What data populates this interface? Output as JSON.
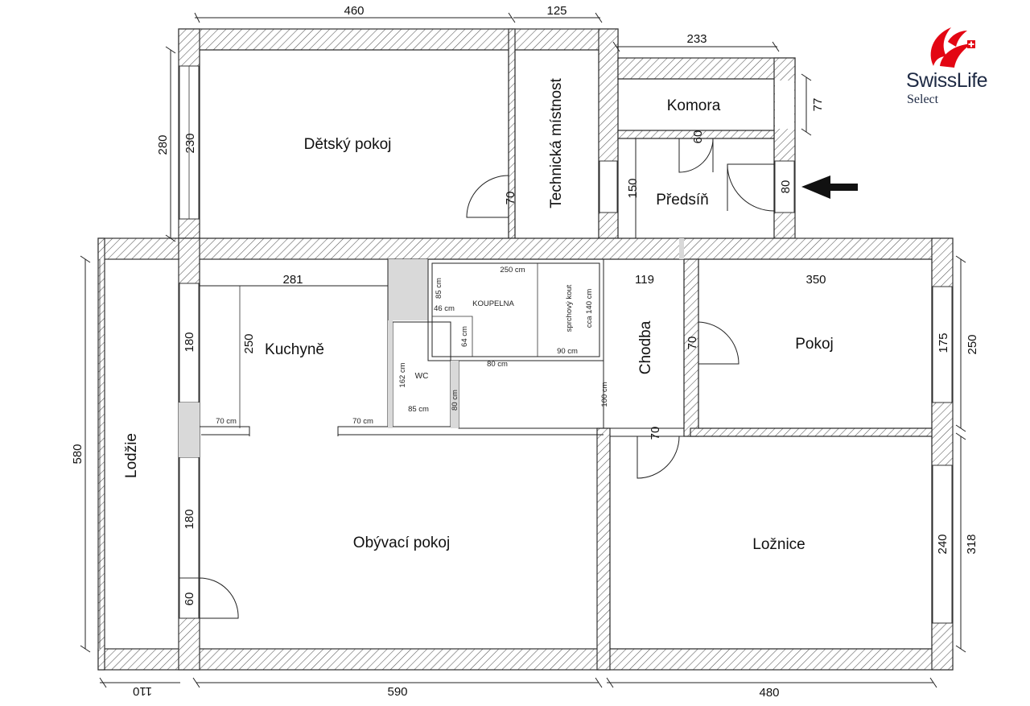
{
  "brand": {
    "name": "SwissLife",
    "sub": "Select",
    "colors": {
      "accent": "#e30613",
      "text": "#1e2a44"
    }
  },
  "rooms": {
    "detsky_pokoj": "Dětský pokoj",
    "technicka_mistnost": "Technická místnost",
    "komora": "Komora",
    "predsin": "Předsíň",
    "kuchyne": "Kuchyně",
    "koupelna": "KOUPELNA",
    "wc": "WC",
    "chodba": "Chodba",
    "pokoj": "Pokoj",
    "lodzie": "Lodžie",
    "obyvaci_pokoj": "Obývací pokoj",
    "loznice": "Ložnice",
    "sprchovy_kout": "sprchový kout",
    "cca_140": "cca 140 cm"
  },
  "dims": {
    "top_460": "460",
    "top_125": "125",
    "top_233": "233",
    "left_280": "280",
    "left_230": "230",
    "d70_detsky": "70",
    "d60_komora": "60",
    "right_77": "77",
    "d150": "150",
    "d80_entry": "80",
    "k281": "281",
    "k180a": "180",
    "k250": "250",
    "k180b": "180",
    "k60": "60",
    "left_580": "580",
    "bottom_110": "110",
    "bottom_590": "590",
    "bottom_480": "480",
    "ch119": "119",
    "ch70": "70",
    "ch70b": "70",
    "p350": "350",
    "p175": "175",
    "p250": "250",
    "l240": "240",
    "l318": "318",
    "k_70cm_a": "70 cm",
    "k_70cm_b": "70 cm",
    "b250cm": "250 cm",
    "b85cm": "85 cm",
    "b46cm": "46 cm",
    "b64cm": "64 cm",
    "b90cm": "90 cm",
    "b80cm": "80 cm",
    "w162cm": "162 cm",
    "w85cm": "85 cm",
    "w80cm": "80 cm",
    "h100cm": "100 cm"
  }
}
